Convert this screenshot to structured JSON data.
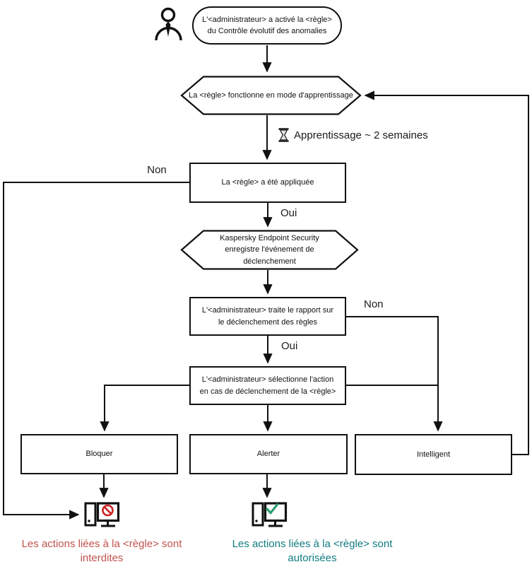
{
  "nodes": {
    "start": "L'<administrateur> a activé la <règle> du Contrôle évolutif des anomalies",
    "learning_mode": "La <règle> fonctionne en mode d'apprentissage",
    "rule_applied": "La <règle> a été appliquée",
    "log_event": "Kaspersky Endpoint Security enregistre l'événement de déclenchement",
    "process_report": "L'<administrateur> traite le rapport sur le déclenchement des règles",
    "select_action": "L'<administrateur> sélectionne l'action en cas de déclenchement de la <règle>",
    "action_block": "Bloquer",
    "action_alert": "Alerter",
    "action_smart": "Intelligent"
  },
  "labels": {
    "learning_duration": "Apprentissage ~ 2 semaines",
    "no_left": "Non",
    "yes_applied": "Oui",
    "no_right": "Non",
    "yes_report": "Oui"
  },
  "outcomes": {
    "blocked": {
      "text": "Les actions liées à la <règle> sont interdites",
      "color": "#c0534e"
    },
    "allowed": {
      "text": "Les actions liées à la <règle> sont autorisées",
      "color": "#127c82"
    }
  },
  "icons": {
    "actor": "person-icon",
    "wait": "hourglass-icon",
    "blocked_pc": "computer-blocked-icon",
    "allowed_pc": "computer-allowed-icon"
  },
  "colors": {
    "stroke": "#111111",
    "prohibition": "#cc2222",
    "checkmark": "#2b9e6f"
  }
}
